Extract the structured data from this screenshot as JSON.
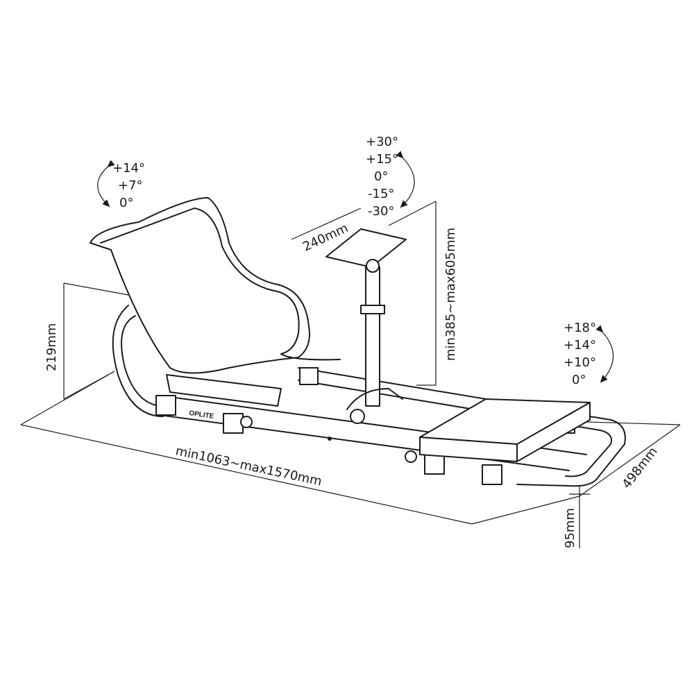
{
  "seat_tilt": {
    "angles": [
      "+14°",
      "+7°",
      "0°"
    ]
  },
  "wheel_tilt": {
    "angles": [
      "+30°",
      "+15°",
      "0°",
      "-15°",
      "-30°"
    ]
  },
  "pedal_tilt": {
    "angles": [
      "+18°",
      "+14°",
      "+10°",
      "0°"
    ]
  },
  "dimensions": {
    "wheel_plate_width": "240mm",
    "wheel_height": "min385~max605mm",
    "seat_height": "219mm",
    "length": "min1063~max1570mm",
    "width": "498mm",
    "frame_height": "95mm"
  },
  "branding": {
    "frame_logo": "OPLITE"
  }
}
